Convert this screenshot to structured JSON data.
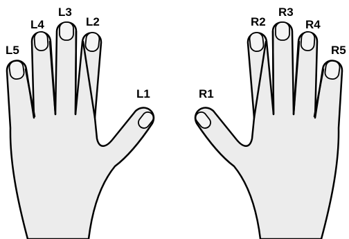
{
  "labels": {
    "left": {
      "L1": "L1",
      "L2": "L2",
      "L3": "L3",
      "L4": "L4",
      "L5": "L5"
    },
    "right": {
      "R1": "R1",
      "R2": "R2",
      "R3": "R3",
      "R4": "R4",
      "R5": "R5"
    }
  },
  "colors": {
    "skin": "#ececec",
    "outline": "#000000",
    "nail": "#f4f4f4",
    "background": "#ffffff"
  }
}
